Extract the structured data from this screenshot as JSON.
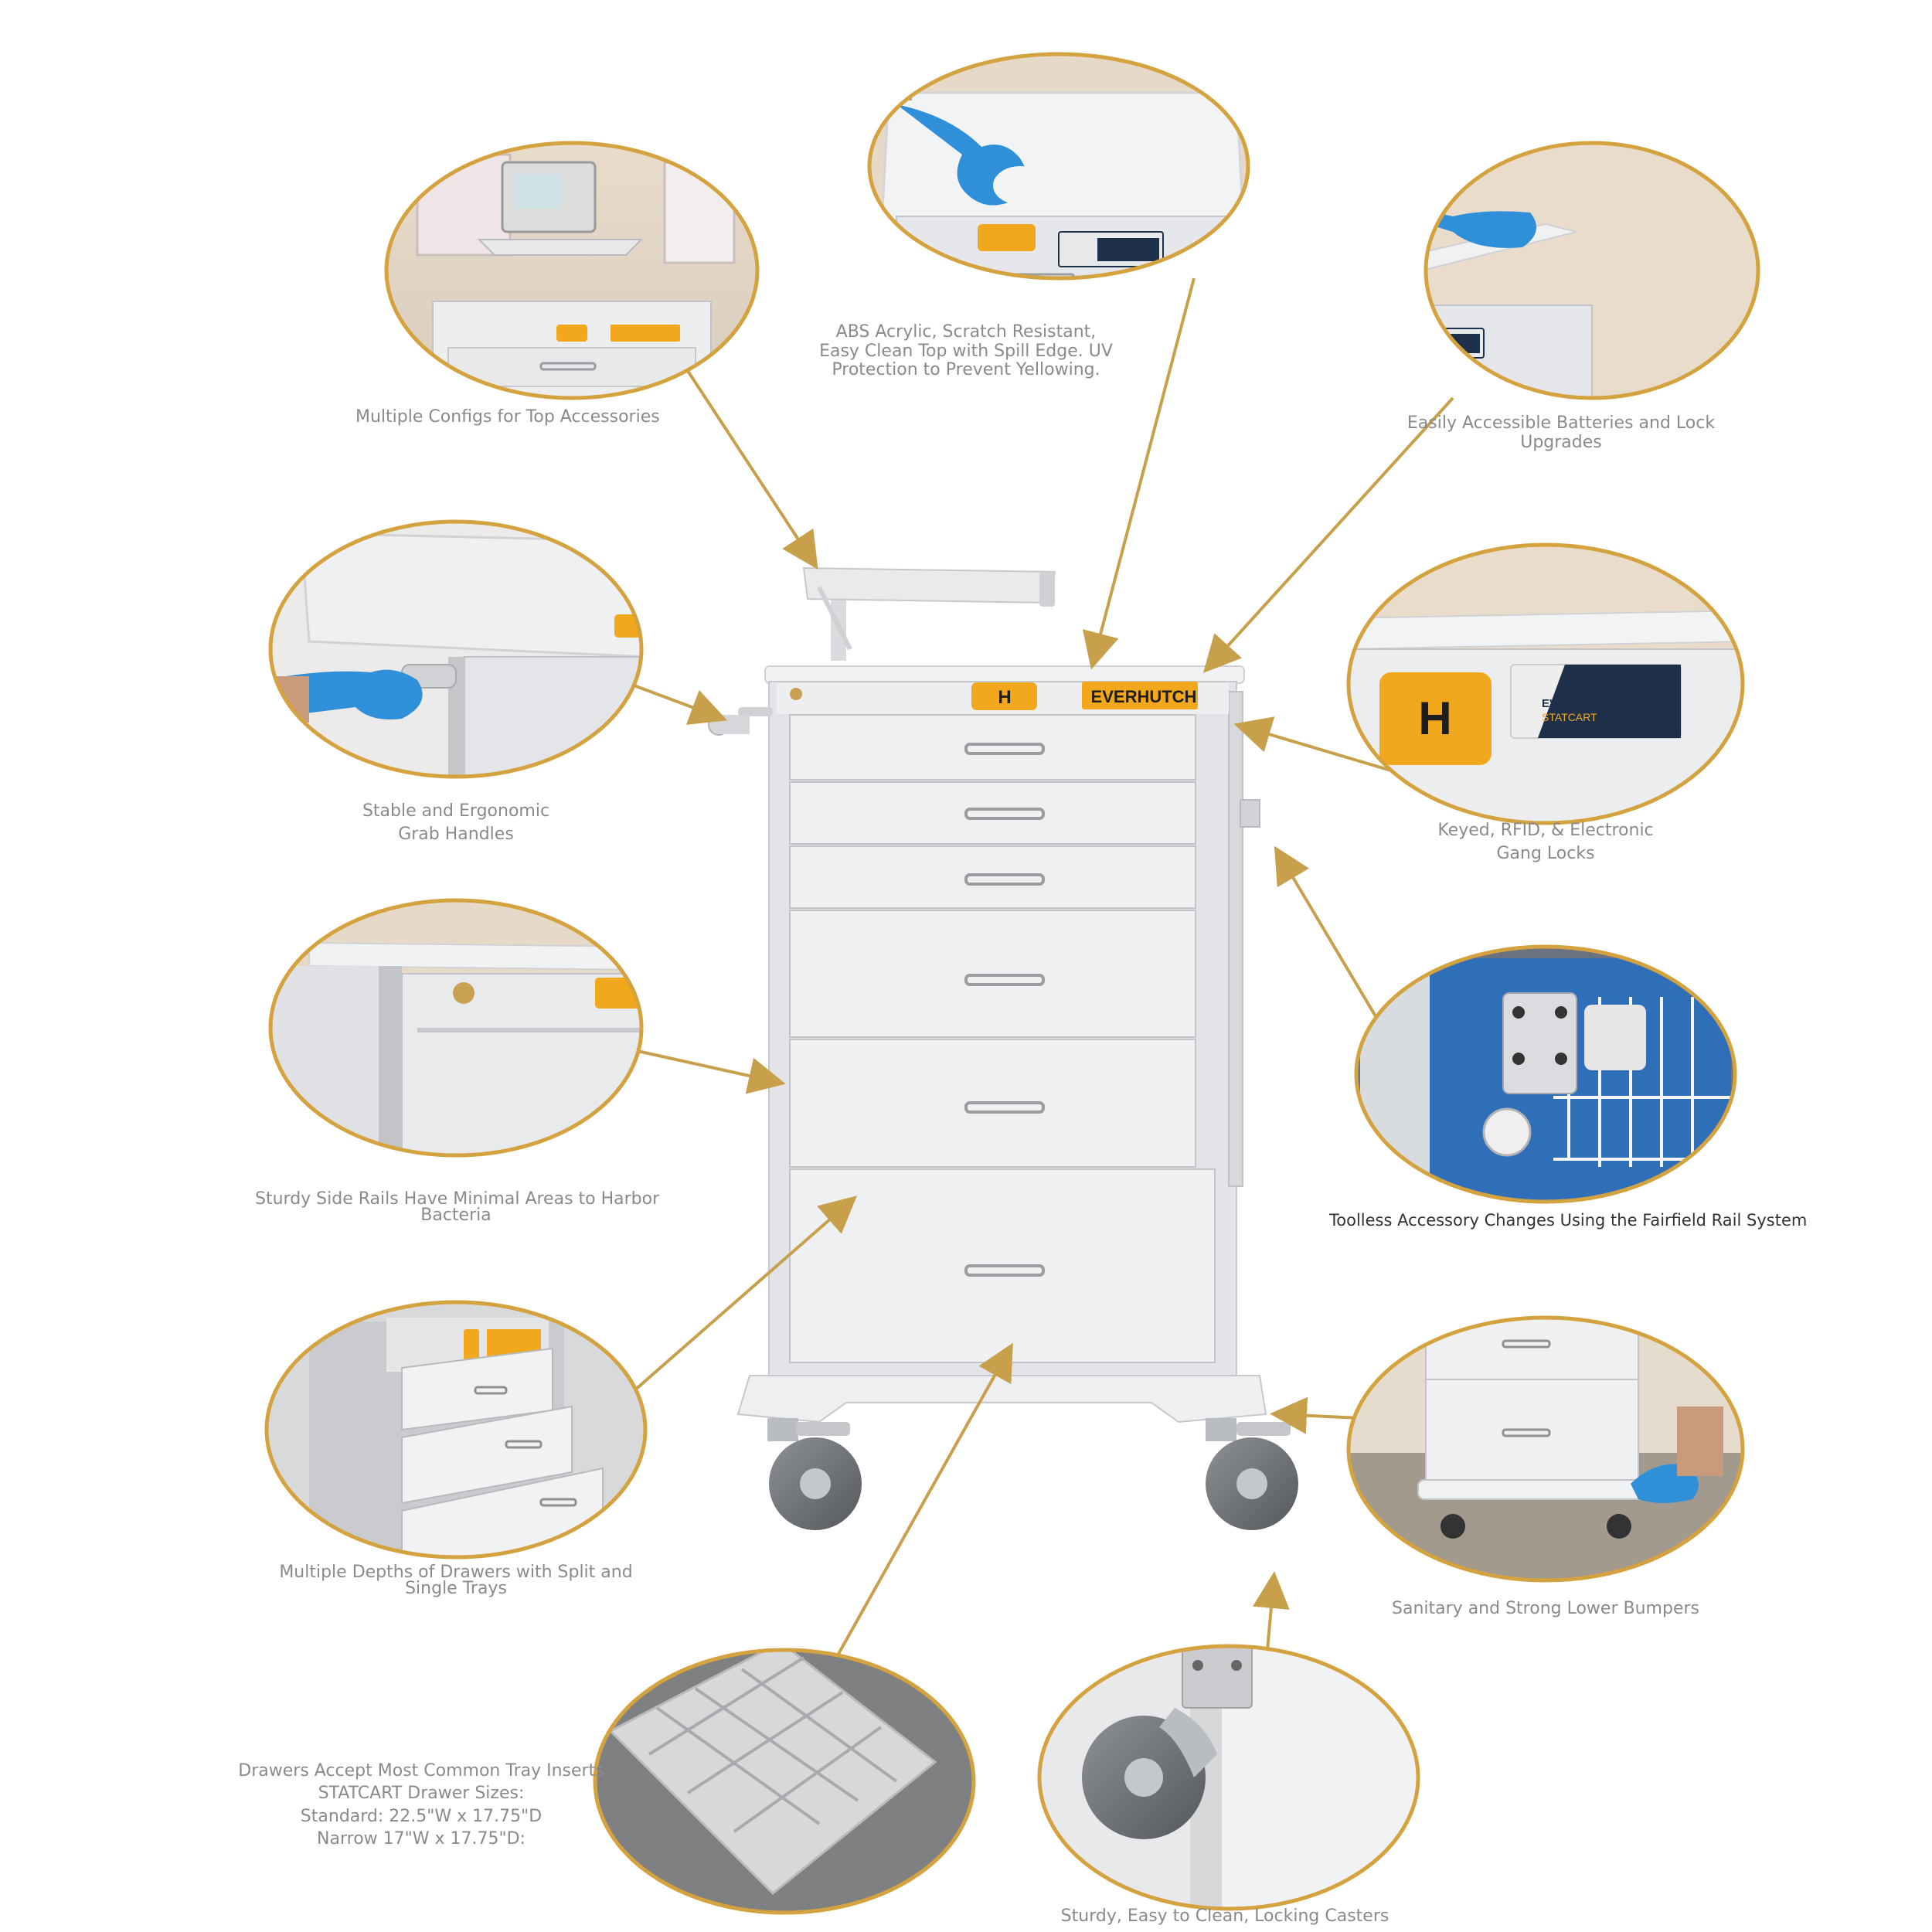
{
  "brand": {
    "name": "EVERHUTCH",
    "sub": "STATCART",
    "accent": "#f2a81d",
    "ring": "#d4a23f",
    "arrow": "#c8a04c"
  },
  "callouts": {
    "top_accessories": "Multiple Configs for Top Accessories",
    "abs_top": [
      "ABS Acrylic, Scratch Resistant,",
      "Easy Clean Top with Spill Edge. UV",
      "Protection to Prevent Yellowing."
    ],
    "batteries": [
      "Easily Accessible Batteries and Lock",
      "Upgrades"
    ],
    "grab_handles": [
      "Stable and Ergonomic",
      "Grab Handles"
    ],
    "gang_locks": [
      "Keyed, RFID, & Electronic",
      "Gang Locks"
    ],
    "side_rails": [
      "Sturdy Side Rails Have Minimal Areas to Harbor",
      "Bacteria"
    ],
    "rail_system": "Toolless Accessory Changes Using the Fairfield Rail System",
    "drawer_depths": [
      "Multiple Depths of Drawers with Split and",
      "Single Trays"
    ],
    "bumpers": "Sanitary and Strong Lower Bumpers",
    "tray_inserts": [
      "Drawers Accept Most Common Tray Inserts",
      "STATCART Drawer Sizes:",
      "Standard: 22.5\"W x 17.75\"D",
      "Narrow 17\"W x 17.75\"D:"
    ],
    "casters": "Sturdy, Easy to Clean, Locking Casters"
  },
  "icons": [
    "logo-h-icon",
    "keypad-icon",
    "caster-wheel-icon",
    "gloved-hand-icon",
    "key-icon"
  ]
}
